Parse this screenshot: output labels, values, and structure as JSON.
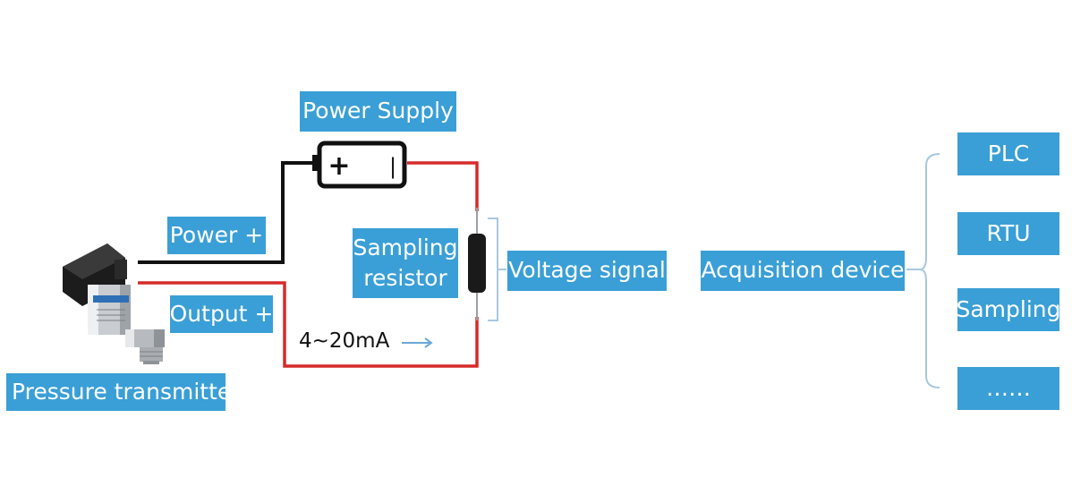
{
  "labels": {
    "power_supply": "Power Supply",
    "power_plus": "Power +",
    "output_plus": "Output +",
    "pressure_transmitter": "Pressure transmitter",
    "sampling_resistor": "Sampling resistor",
    "voltage_signal": "Voltage signal",
    "acquisition_device": "Acquisition device",
    "current": "4~20mA"
  },
  "devices": [
    "PLC",
    "RTU",
    "Sampling",
    "……"
  ],
  "battery": {
    "plus": "+",
    "minus": "|"
  },
  "colors": {
    "label_bg": "#3a9fd6",
    "wire_black": "#111111",
    "wire_red": "#d62a2a",
    "arrow": "#6aa8d8",
    "bracket": "#a8c8de"
  },
  "icons": [
    "pressure-transmitter-icon",
    "battery-icon",
    "resistor-icon",
    "arrow-right-icon"
  ]
}
